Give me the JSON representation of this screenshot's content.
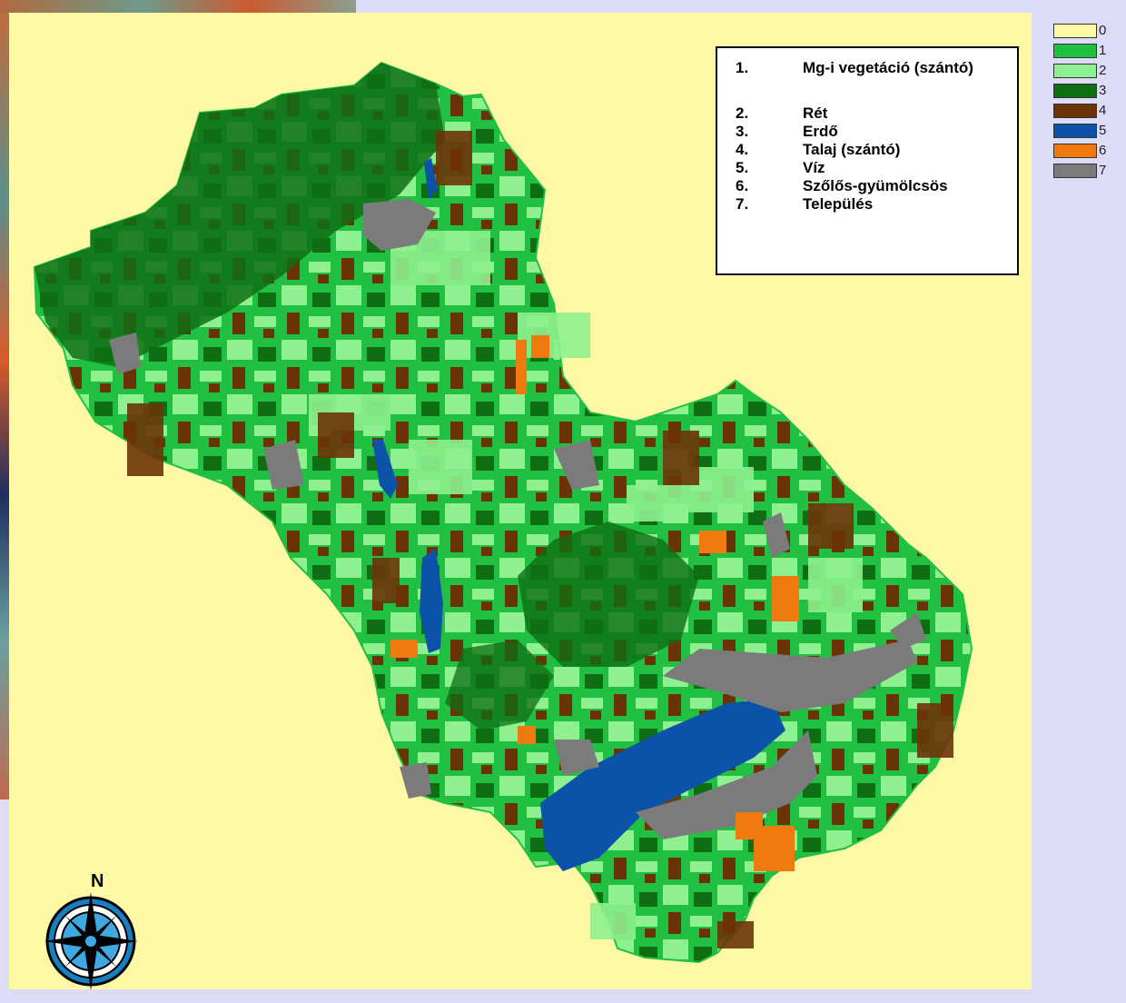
{
  "legend": {
    "items": [
      {
        "num": "1.",
        "label": "Mg-i vegetáció (szántó)"
      },
      {
        "num": "2.",
        "label": "Rét"
      },
      {
        "num": "3.",
        "label": "Erdő"
      },
      {
        "num": "4.",
        "label": "Talaj (szántó)"
      },
      {
        "num": "5.",
        "label": "Víz"
      },
      {
        "num": "6.",
        "label": "Szőlős-gyümölcsös"
      },
      {
        "num": "7.",
        "label": "Település"
      }
    ]
  },
  "color_classes": [
    {
      "value": "0",
      "color": "#fff9a6"
    },
    {
      "value": "1",
      "color": "#22c042"
    },
    {
      "value": "2",
      "color": "#8ef08e"
    },
    {
      "value": "3",
      "color": "#0f6e14"
    },
    {
      "value": "4",
      "color": "#6b3308"
    },
    {
      "value": "5",
      "color": "#0c52a8"
    },
    {
      "value": "6",
      "color": "#ee7a10"
    },
    {
      "value": "7",
      "color": "#7b7b7b"
    }
  ],
  "north_arrow": {
    "label": "N",
    "icon": "compass-rose-icon"
  }
}
